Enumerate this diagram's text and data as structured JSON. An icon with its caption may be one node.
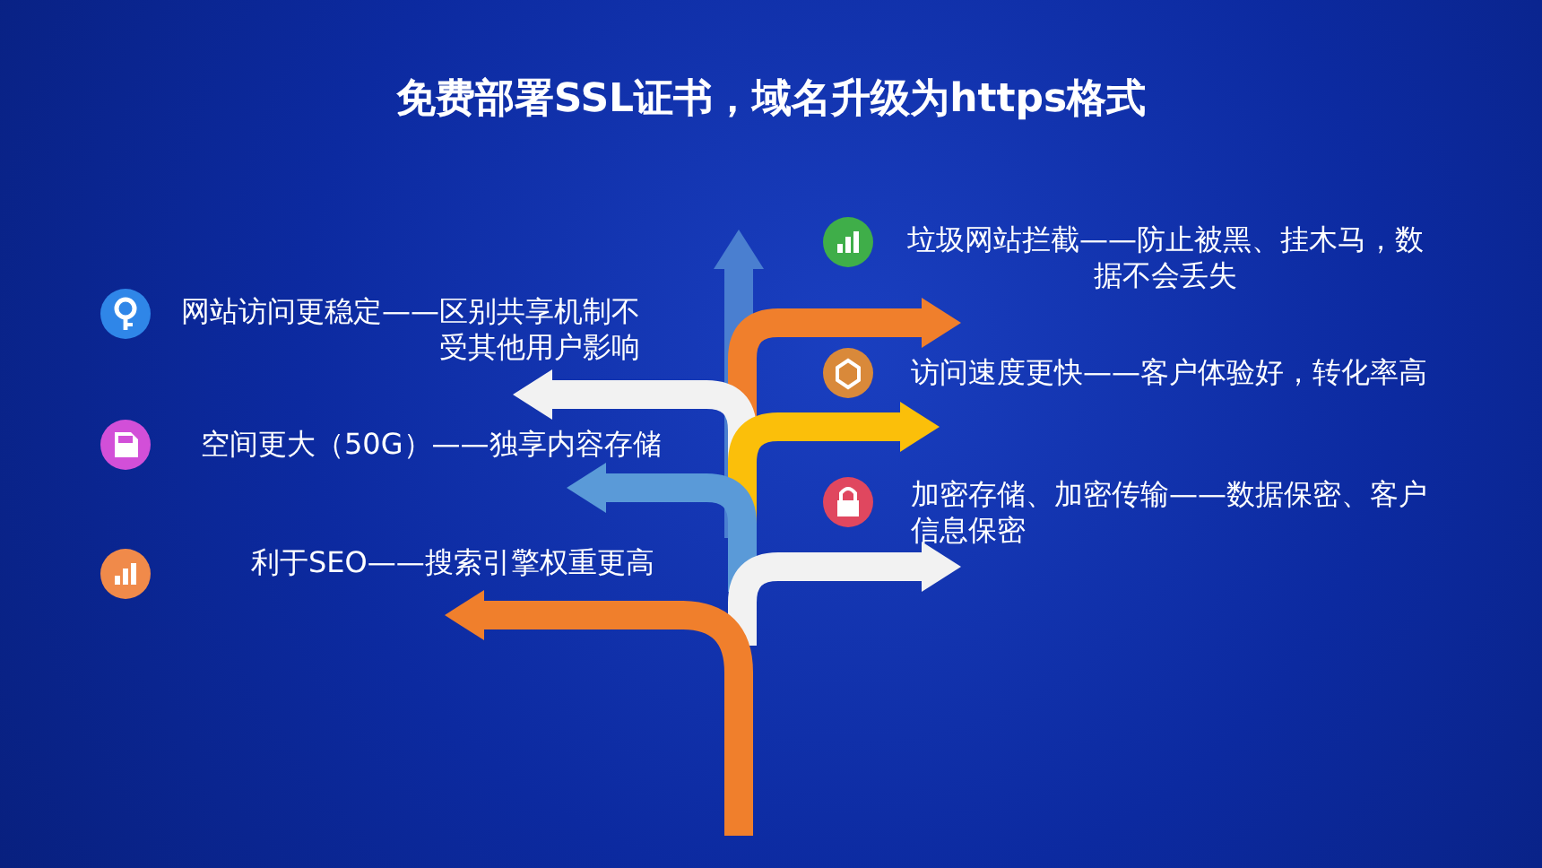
{
  "diagram": {
    "title": "免费部署SSL证书，域名升级为https格式",
    "labels": [
      "垃圾网站拦截——防止被黑、挂木马，数据不会丢失",
      "网站访问更稳定——区别共享机制不受其他用户影响",
      "访问速度更快——客户体验好，转化率高",
      "空间更大（50G）——独享内容存储",
      "加密存储、加密传输——数据保密、客户信息保密",
      "利于SEO——搜索引擎权重更高"
    ]
  }
}
